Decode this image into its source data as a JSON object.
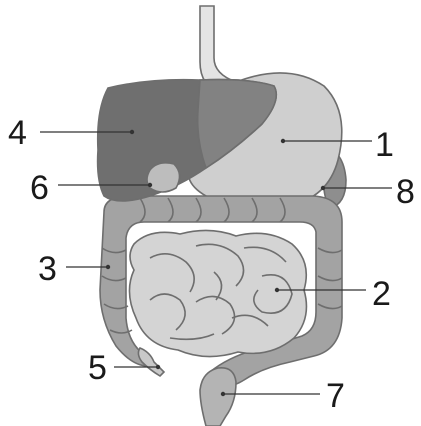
{
  "labels": {
    "one": "1",
    "two": "2",
    "three": "3",
    "four": "4",
    "five": "5",
    "six": "6",
    "seven": "7",
    "eight": "8"
  },
  "colors": {
    "esophagus": "#e4e4e4",
    "stomach": "#cfcfcf",
    "liver": "#6f6f6f",
    "liver_right_lobe": "#828282",
    "gallbladder": "#bdbdbd",
    "large_intestine": "#a3a3a3",
    "small_intestine": "#d4d4d4",
    "rectum": "#b4b4b4",
    "appendix": "#c8c8c8",
    "spleen": "#8e8e8e"
  }
}
